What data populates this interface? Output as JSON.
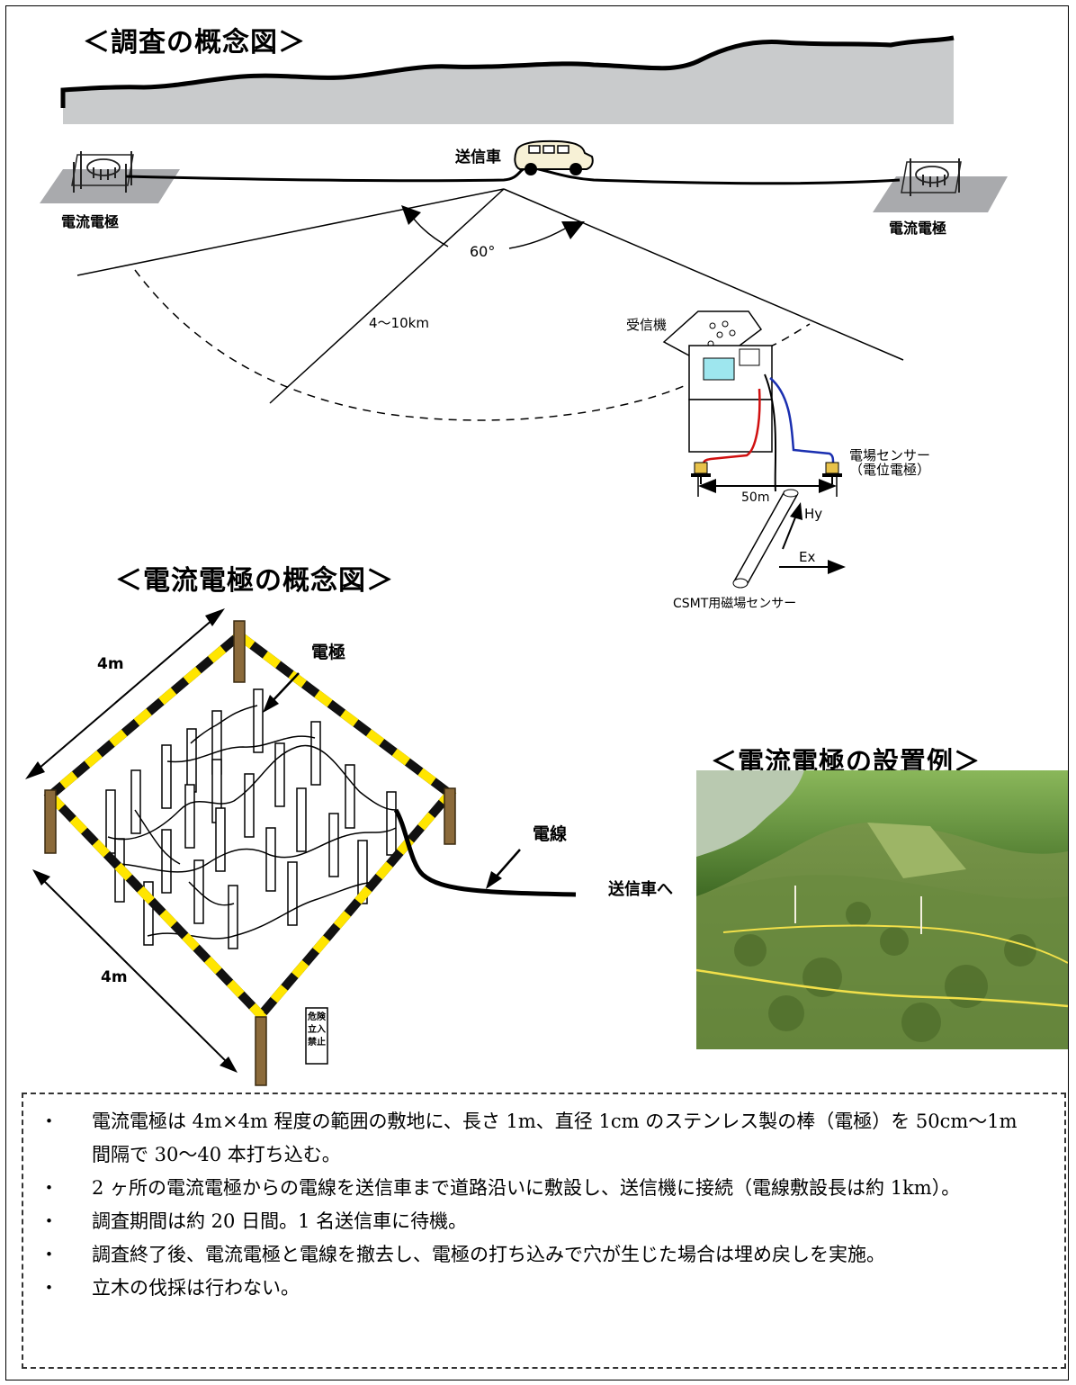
{
  "titles": {
    "survey": "＜調査の概念図＞",
    "electrode": "＜電流電極の概念図＞",
    "installation": "＜電流電極の設置例＞"
  },
  "survey_diagram": {
    "transmitter_vehicle": "送信車",
    "current_electrode_left": "電流電極",
    "current_electrode_right": "電流電極",
    "angle": "60°",
    "distance": "4〜10km",
    "receiver": "受信機",
    "field_sensor_line1": "電場センサー",
    "field_sensor_line2": "（電位電極）",
    "spacing": "50m",
    "hy": "Hy",
    "ex": "Ex",
    "magnetic_sensor": "CSMT用磁場センサー"
  },
  "electrode_diagram": {
    "side_top": "4m",
    "side_bottom": "4m",
    "electrode": "電極",
    "wire": "電線",
    "to_vehicle": "送信車へ",
    "sign": "危険 立入 禁止"
  },
  "notes": [
    "電流電極は 4m×4m 程度の範囲の敷地に、長さ 1m、直径 1cm のステンレス製の棒（電極）を 50cm〜1m 間隔で 30〜40 本打ち込む。",
    "2 ヶ所の電流電極からの電線を送信車まで道路沿いに敷設し、送信機に接続（電線敷設長は約 1km）。",
    "調査期間は約 20 日間。1 名送信車に待機。",
    "調査終了後、電流電極と電線を撤去し、電極の打ち込みで穴が生じた場合は埋め戻しを実施。",
    "立木の伐採は行わない。"
  ],
  "colors": {
    "mountain": "#c9cbcc",
    "ground_pad": "#a9aaad",
    "tape_yellow": "#ffe500",
    "tape_black": "#111111",
    "post_brown": "#8b6a3a",
    "wire_red": "#d01010",
    "wire_blue": "#1a2fb0",
    "screen_cyan": "#9ee6ee"
  }
}
